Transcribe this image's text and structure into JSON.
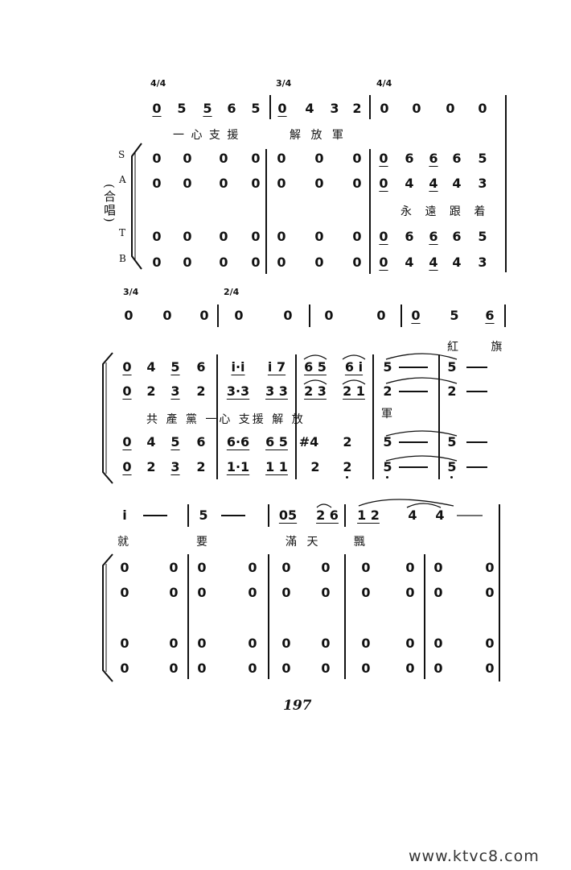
{
  "time_signatures": {
    "four_four": "4/4",
    "three_four": "3/4",
    "two_four": "2/4"
  },
  "voice_parts": {
    "s": "S",
    "a": "A",
    "t": "T",
    "b": "B"
  },
  "choir_label": "(合唱)",
  "lyrics": {
    "row1": "一 心 支 援",
    "row1b": "解 放 軍",
    "row2": "永 遠 跟 着",
    "row3": "紅 旗",
    "row4a": "共 產 黨 一心 支援 解 放",
    "row4b": "軍",
    "row5a": "就",
    "row5b": "要",
    "row5c": "滿 天",
    "row5d": "飄"
  },
  "system1": {
    "solo": [
      "0",
      "5",
      "5",
      "6",
      "5",
      "0",
      "4",
      "3",
      "2",
      "0",
      "0",
      "0",
      "0"
    ],
    "s": [
      "0",
      "0",
      "0",
      "0",
      "0",
      "0",
      "0",
      "0",
      "6",
      "6",
      "6",
      "5"
    ],
    "a": [
      "0",
      "0",
      "0",
      "0",
      "0",
      "0",
      "0",
      "0",
      "4",
      "4",
      "4",
      "3"
    ],
    "t": [
      "0",
      "0",
      "0",
      "0",
      "0",
      "0",
      "0",
      "0",
      "6",
      "6",
      "6",
      "5"
    ],
    "b": [
      "0",
      "0",
      "0",
      "0",
      "0",
      "0",
      "0",
      "0",
      "4",
      "4",
      "4",
      "3"
    ]
  },
  "system2": {
    "solo": [
      "0",
      "0",
      "0",
      "0",
      "0",
      "0",
      "0",
      "0",
      "5",
      "6"
    ],
    "s": [
      "0",
      "4",
      "5",
      "6",
      "i·i",
      "i 7",
      "6 5",
      "6 i",
      "5",
      "5"
    ],
    "a": [
      "0",
      "2",
      "3",
      "2",
      "3·3",
      "3 3",
      "2 3",
      "2 1",
      "2",
      "2"
    ],
    "t": [
      "0",
      "4",
      "5",
      "6",
      "6·6",
      "6 5",
      "#4",
      "2",
      "5",
      "5"
    ],
    "b": [
      "0",
      "2",
      "3",
      "2",
      "1·1",
      "1 1",
      "2",
      "2",
      "5",
      "5"
    ]
  },
  "system3": {
    "solo": [
      "i",
      "5",
      "05",
      "2 6",
      "1 2",
      "4",
      "4"
    ],
    "rows": [
      [
        "0",
        "0",
        "0",
        "0",
        "0",
        "0",
        "0",
        "0",
        "0",
        "0"
      ],
      [
        "0",
        "0",
        "0",
        "0",
        "0",
        "0",
        "0",
        "0",
        "0",
        "0"
      ],
      [
        "0",
        "0",
        "0",
        "0",
        "0",
        "0",
        "0",
        "0",
        "0",
        "0"
      ],
      [
        "0",
        "0",
        "0",
        "0",
        "0",
        "0",
        "0",
        "0",
        "0",
        "0"
      ]
    ]
  },
  "page_number": "197",
  "watermark": "www.ktvc8.com"
}
